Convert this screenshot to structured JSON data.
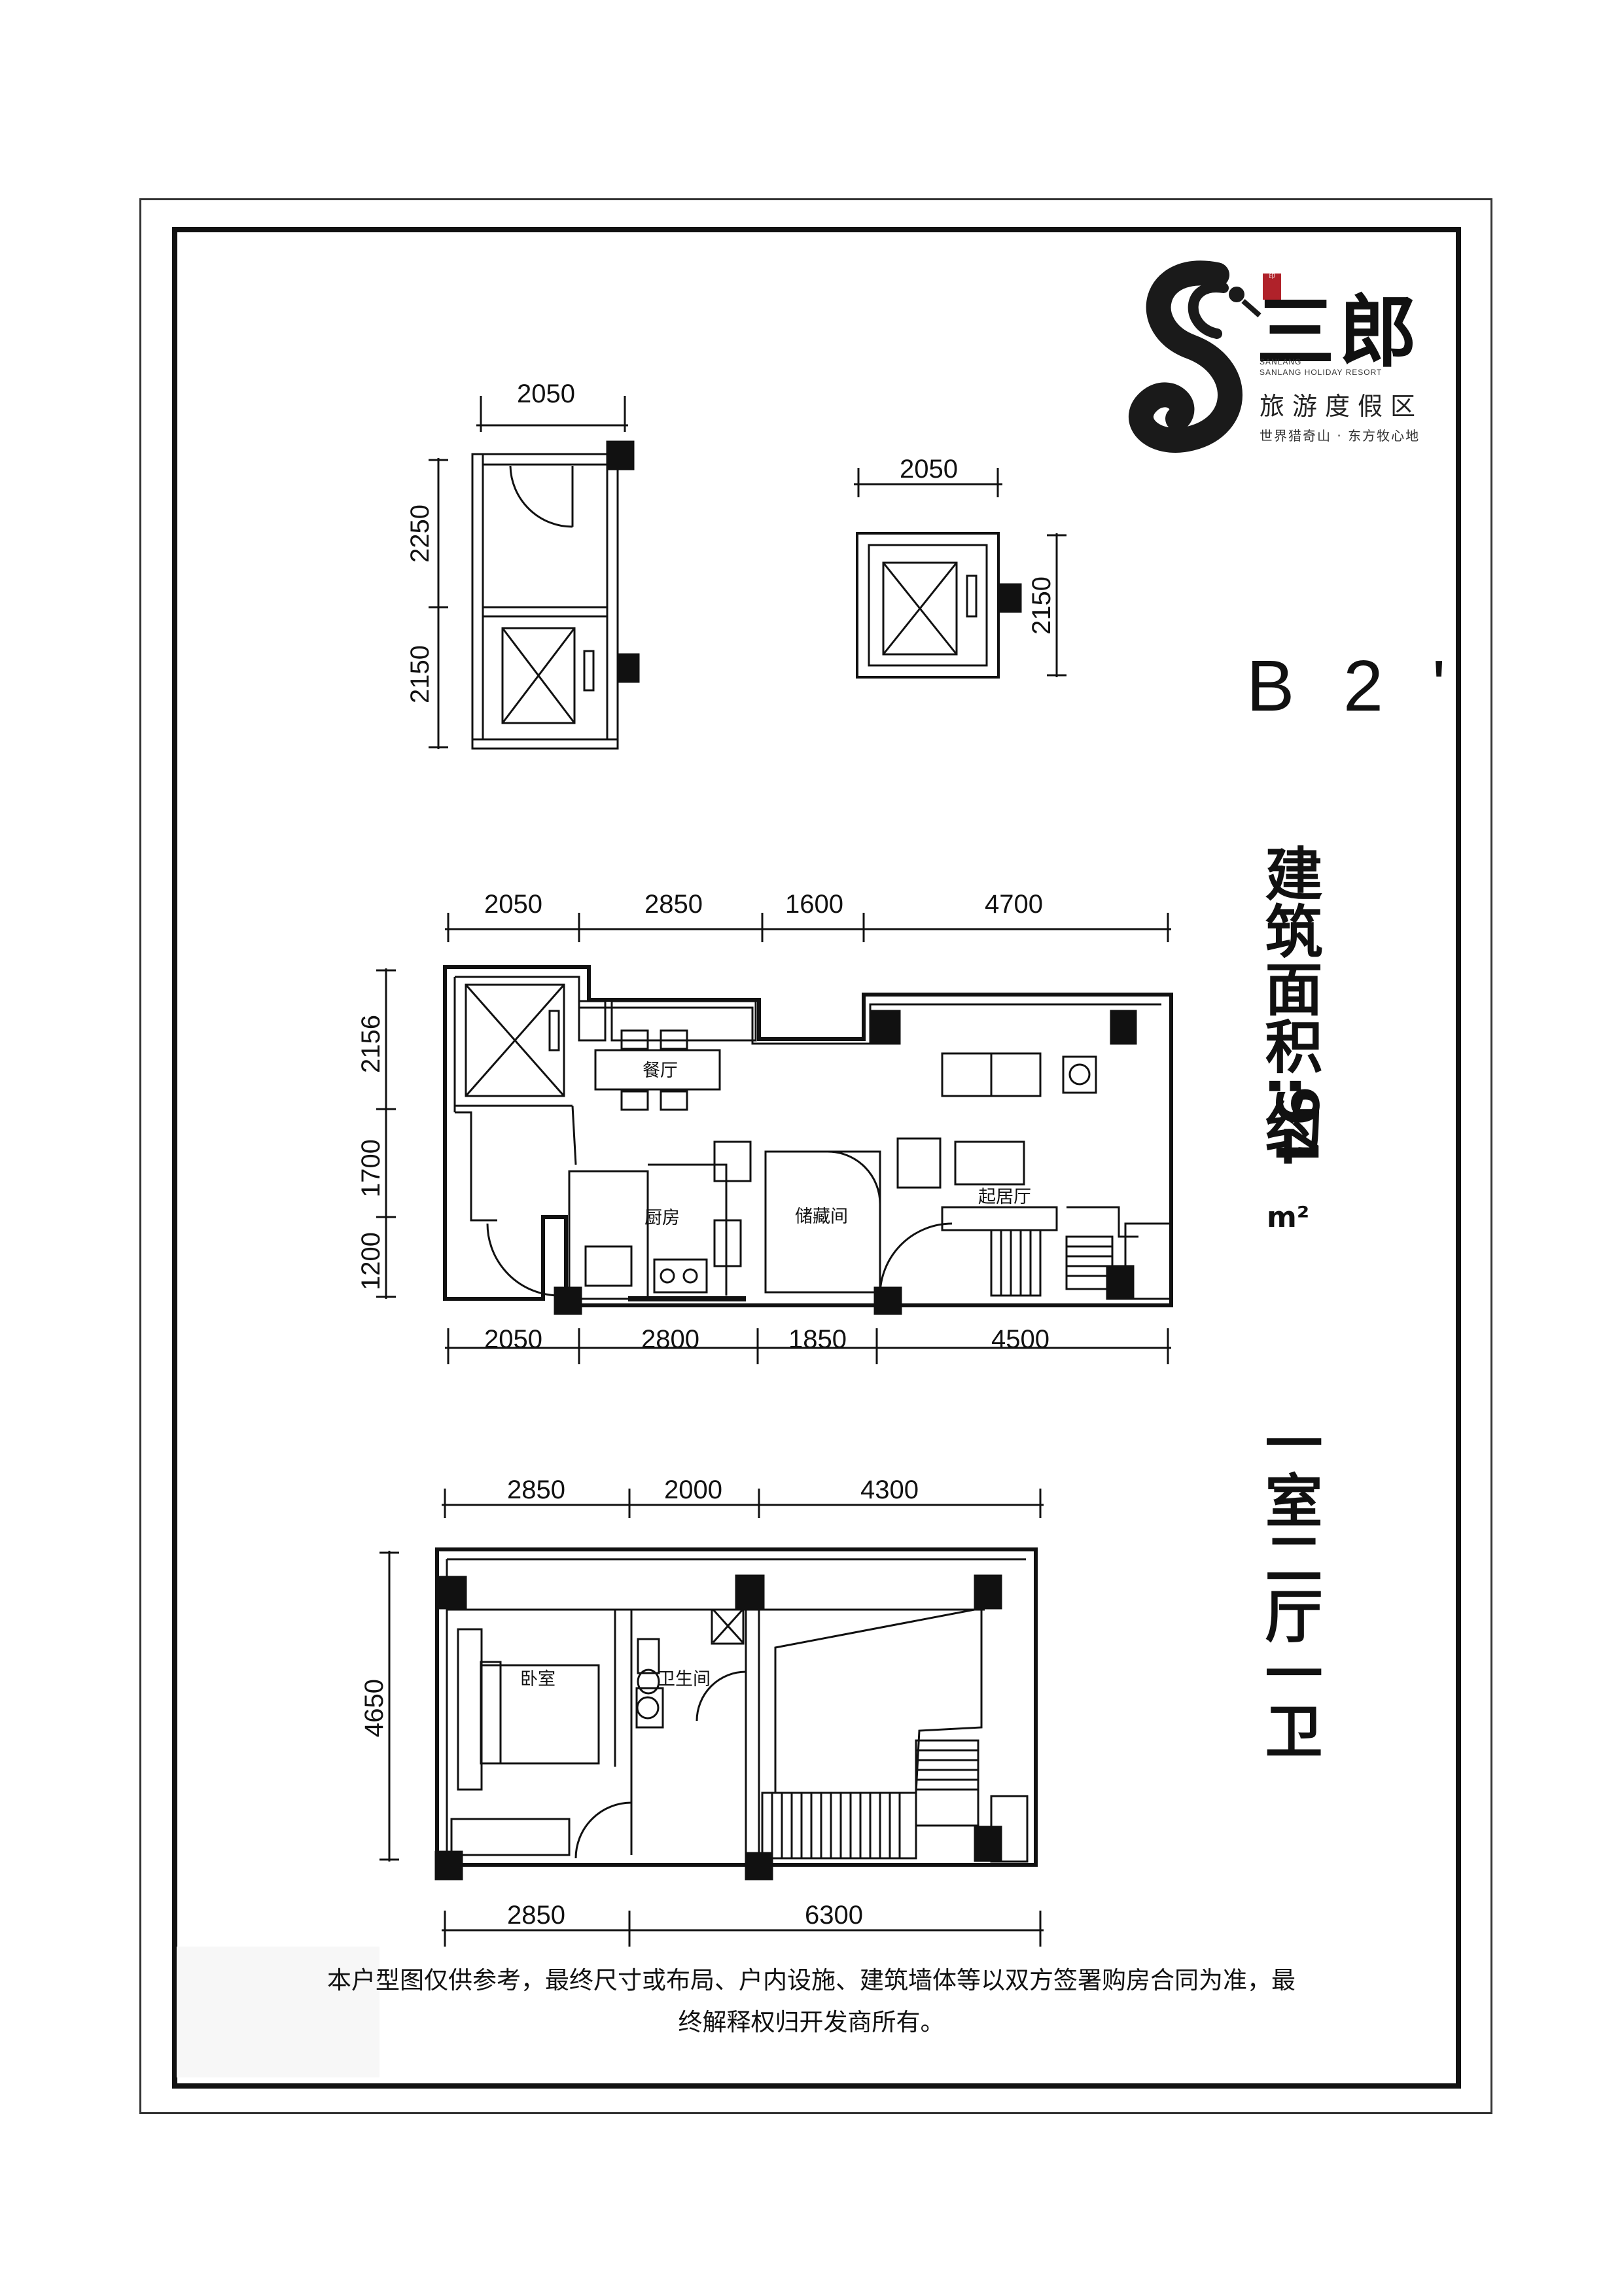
{
  "brand": {
    "name": "三郎",
    "seal_text": "印",
    "english_line1": "SANLANG",
    "english_line2": "SANLANG HOLIDAY RESORT",
    "subtitle": "旅游度假区",
    "tagline": "世界猎奇山 · 东方牧心地"
  },
  "unit": {
    "code": "B 2 '",
    "area_label": "建筑面积:约",
    "area_value": "94",
    "area_unit": "m²",
    "layout": "一室二厅一卫"
  },
  "elevator_plan_1": {
    "top_dim": "2050",
    "side_dims": [
      "2250",
      "2150"
    ]
  },
  "elevator_plan_2": {
    "top_dim": "2050",
    "side_dim": "2150"
  },
  "floor1": {
    "top_dims": [
      "2050",
      "2850",
      "1600",
      "4700"
    ],
    "bottom_dims": [
      "2050",
      "2800",
      "1850",
      "4500"
    ],
    "side_dims": [
      "2156",
      "1700",
      "1200"
    ],
    "rooms": {
      "dining": "餐厅",
      "kitchen": "厨房",
      "storage": "储藏间",
      "living": "起居厅"
    }
  },
  "floor2": {
    "top_dims": [
      "2850",
      "2000",
      "4300"
    ],
    "bottom_dims": [
      "2850",
      "6300"
    ],
    "side_dim": "4650",
    "rooms": {
      "bedroom": "卧室",
      "bathroom": "卫生间"
    }
  },
  "disclaimer": {
    "line1": "本户型图仅供参考，最终尺寸或布局、户内设施、建筑墙体等以双方签署购房合同为准，最",
    "line2": "终解释权归开发商所有。"
  }
}
